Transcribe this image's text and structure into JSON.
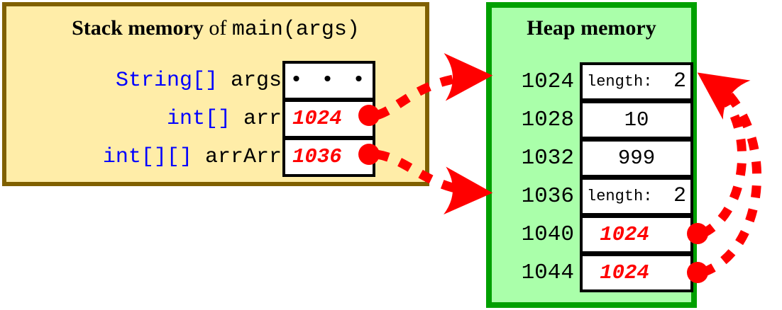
{
  "stack": {
    "title": {
      "bold": "Stack memory",
      "mid": " of ",
      "mono": "main(args)"
    },
    "border_color": "#806000",
    "fill_color": "#ffeda8",
    "rows": [
      {
        "type": "String[]",
        "name": "args",
        "value": "• • •",
        "is_pointer": false,
        "has_dot": false
      },
      {
        "type": "int[]",
        "name": "arr",
        "value": "1024",
        "is_pointer": true,
        "has_dot": true
      },
      {
        "type": "int[][]",
        "name": "arrArr",
        "value": "1036",
        "is_pointer": true,
        "has_dot": true
      }
    ]
  },
  "heap": {
    "title": "Heap memory",
    "border_color": "#00a000",
    "fill_color": "#aaffaa",
    "rows": [
      {
        "address": "1024",
        "label": "length:",
        "number": "2",
        "kind": "length",
        "has_dot": false
      },
      {
        "address": "1028",
        "value": "10",
        "kind": "value",
        "has_dot": false
      },
      {
        "address": "1032",
        "value": "999",
        "kind": "value",
        "has_dot": false
      },
      {
        "address": "1036",
        "label": "length:",
        "number": "2",
        "kind": "length",
        "has_dot": false
      },
      {
        "address": "1040",
        "value": "1024",
        "kind": "pointer",
        "has_dot": true
      },
      {
        "address": "1044",
        "value": "1024",
        "kind": "pointer",
        "has_dot": true
      }
    ]
  },
  "arrows": {
    "color": "#ff0000",
    "links": [
      {
        "from": "stack.arr",
        "to": "heap.1024"
      },
      {
        "from": "stack.arrArr",
        "to": "heap.1036"
      },
      {
        "from": "heap.1040",
        "to": "heap.1024"
      },
      {
        "from": "heap.1044",
        "to": "heap.1024"
      }
    ]
  }
}
